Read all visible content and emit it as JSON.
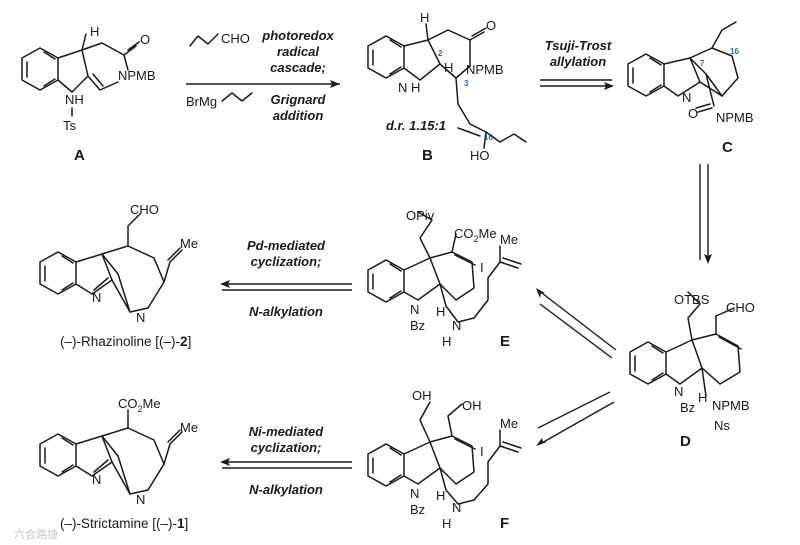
{
  "compounds": {
    "A": {
      "label": "A",
      "atoms": {
        "h": "H",
        "o": "O",
        "n_ring": "NPMB",
        "nh": "NH",
        "ts": "Ts"
      }
    },
    "B": {
      "label": "B",
      "atoms": {
        "h": "H",
        "o": "O",
        "n_ring": "NPMB",
        "n_indoline": "N",
        "h_n": "H",
        "h3": "H",
        "ho": "HO"
      },
      "locants": {
        "c2": "2",
        "c3": "3",
        "c16": "16"
      },
      "dr": "d.r. 1.15:1"
    },
    "C": {
      "label": "C",
      "atoms": {
        "n_indolenine": "N",
        "o": "O",
        "npmb": "NPMB"
      },
      "locants": {
        "c7": "7",
        "c16": "16"
      }
    },
    "D": {
      "label": "D",
      "atoms": {
        "otbs": "OTBS",
        "cho": "CHO",
        "n": "N",
        "bz": "Bz",
        "h": "H",
        "npmb": "NPMB",
        "ns": "Ns"
      }
    },
    "E": {
      "label": "E",
      "atoms": {
        "opiv": "OPiv",
        "co2me_a": "CO",
        "co2me_sub": "2",
        "co2me_b": "Me",
        "i": "I",
        "me": "Me",
        "n": "N",
        "bz": "Bz",
        "h": "H",
        "nh_n": "N",
        "nh_h": "H"
      }
    },
    "F": {
      "label": "F",
      "atoms": {
        "oh1": "OH",
        "oh2": "OH",
        "i": "I",
        "me": "Me",
        "n": "N",
        "bz": "Bz",
        "h": "H",
        "nh_n": "N",
        "nh_h": "H"
      }
    },
    "rhazinoline": {
      "name_a": "(–)-Rhazinoline [(–)-",
      "name_num": "2",
      "name_b": "]",
      "atoms": {
        "cho": "CHO",
        "me": "Me",
        "n_ind": "N",
        "n_q": "N"
      }
    },
    "strictamine": {
      "name_a": "(–)-Strictamine [(–)-",
      "name_num": "1",
      "name_b": "]",
      "atoms": {
        "co2me_a": "CO",
        "co2me_sub": "2",
        "co2me_b": "Me",
        "me": "Me",
        "n_ind": "N",
        "n_q": "N"
      }
    }
  },
  "steps": {
    "a_to_b": {
      "reagent_top": "CHO",
      "line1": "photoredox",
      "line2": "radical",
      "line3": "cascade;",
      "reagent_bottom": "BrMg",
      "line4": "Grignard",
      "line5": "addition"
    },
    "b_to_c": {
      "line1": "Tsuji-Trost",
      "line2": "allylation"
    },
    "d_to_e_to_rhazinoline": {
      "line1": "Pd-mediated",
      "line2": "cyclization;",
      "line3": "N-alkylation"
    },
    "f_to_strictamine": {
      "line1": "Ni-mediated",
      "line2": "cyclization;",
      "line3": "N-alkylation"
    }
  },
  "watermark": "六合路捷"
}
